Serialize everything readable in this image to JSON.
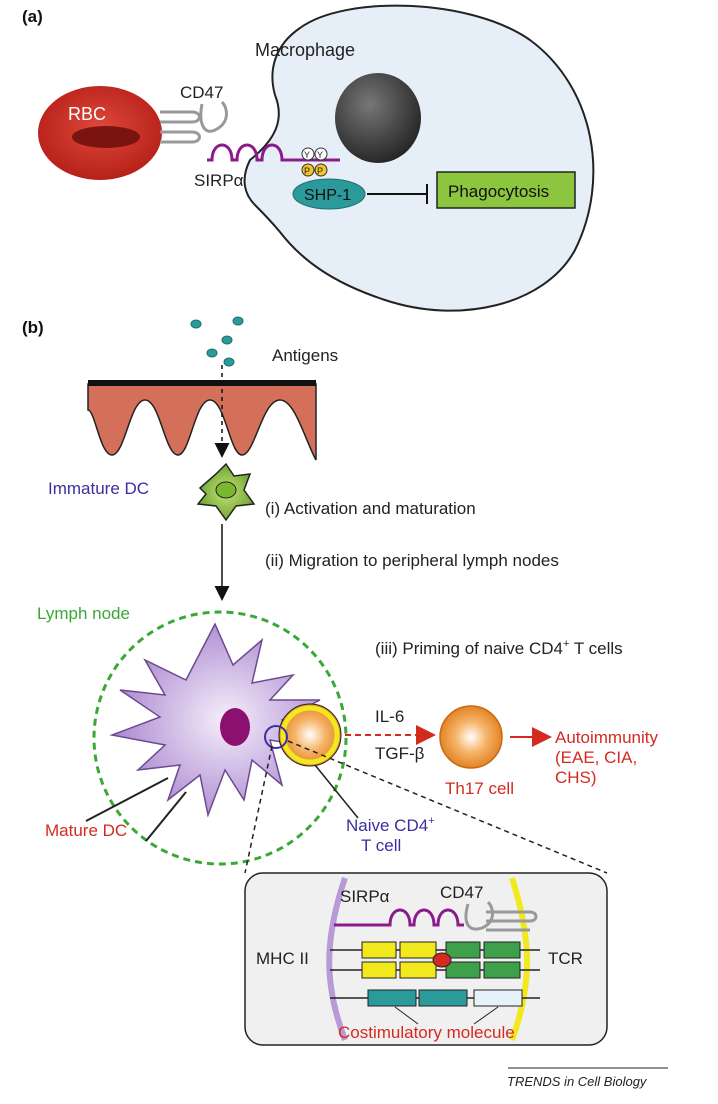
{
  "panel_a": {
    "label": "(a)",
    "macrophage": "Macrophage",
    "rbc": "RBC",
    "cd47": "CD47",
    "sirpa": "SIRPα",
    "shp1": "SHP-1",
    "y_label": "Y",
    "p_label": "P",
    "phagocytosis": "Phagocytosis"
  },
  "panel_b": {
    "label": "(b)",
    "antigens": "Antigens",
    "immature_dc": "Immature DC",
    "step_i": "(i) Activation and maturation",
    "step_ii": "(ii) Migration to peripheral lymph nodes",
    "lymph_node": "Lymph node",
    "step_iii": "(iii) Priming of naive CD4",
    "step_iii_sup": "+",
    "step_iii_end": " T cells",
    "il6": "IL-6",
    "tgfb": "TGF-β",
    "autoimmunity": "Autoimmunity",
    "autoimmunity_line2": "(EAE, CIA,",
    "autoimmunity_line3": "CHS)",
    "th17": "Th17 cell",
    "mature_dc": "Mature DC",
    "naive_cd4": "Naive CD4",
    "naive_cd4_sup": "+",
    "t_cell": "T cell",
    "inset": {
      "sirpa": "SIRPα",
      "cd47": "CD47",
      "mhc": "MHC II",
      "tcr": "TCR",
      "costim": "Costimulatory molecule"
    }
  },
  "footer": "TRENDS in Cell Biology",
  "colors": {
    "rbc": "#c8281e",
    "macrophage_fill": "#e6eef7",
    "sirpa": "#8b1a8b",
    "cd47": "#999999",
    "shp1": "#2a9a9a",
    "phagocytosis": "#8cc63f",
    "tissue": "#d4705a",
    "immature_dc": "#7ab830",
    "mature_dc": "#b79ad6",
    "lymph_node": "#3aa836",
    "red_text": "#d42a20",
    "blue_text": "#3a2fa0",
    "yellow_bar": "#f2e81e",
    "green_bar": "#3ea04a",
    "teal_bar": "#2a9a9a",
    "light_bar": "#e6f2fa"
  }
}
